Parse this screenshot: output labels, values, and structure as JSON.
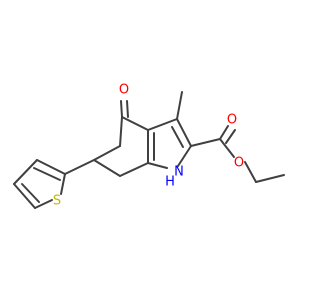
{
  "molecule": {
    "atom_labels": {
      "ketone_oxygen": "O",
      "ester_carbonyl_oxygen": "O",
      "ester_ether_oxygen": "O",
      "ring_nitrogen": "N",
      "ring_nitrogen_h": "H",
      "thiophene_sulfur": "S"
    }
  },
  "colors": {
    "bond": "#404040",
    "oxygen": "#ff0000",
    "nitrogen": "#0000ff",
    "sulfur": "#c8b400"
  }
}
